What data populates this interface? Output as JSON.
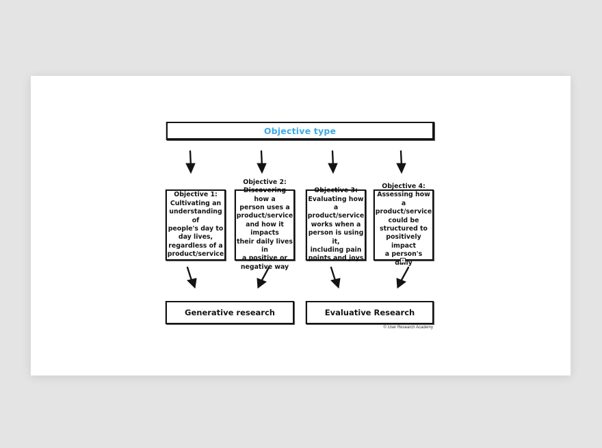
{
  "slide": {
    "header": "Objective type",
    "objectives": [
      [
        "Objective 1:",
        "Cultivating an",
        "understanding  of",
        "people's day to",
        "day lives,",
        "regardless of a",
        "product/service"
      ],
      [
        "Objective 2:",
        "Discovering how a",
        "person uses a",
        "product/service",
        "and how it impacts",
        "their daily lives in",
        "a positive or",
        "negative way"
      ],
      [
        "Objective 3:",
        "Evaluating how a",
        "product/service",
        "works when a",
        "person is using it,",
        "including pain",
        "points and joys"
      ],
      [
        "Objective 4:",
        "Assessing how a",
        "product/service",
        "could be",
        "structured to",
        "positively impact",
        "a person's daily"
      ]
    ],
    "research": {
      "generative": "Generative research",
      "evaluative": "Evaluative Research"
    },
    "copyright": "© User Research Academy"
  },
  "colors": {
    "header_text": "#3aa9e6",
    "ink": "#141414",
    "page_bg": "#e4e4e4",
    "slide_bg": "#ffffff"
  },
  "icons": {
    "expand": "plus-square-icon"
  }
}
